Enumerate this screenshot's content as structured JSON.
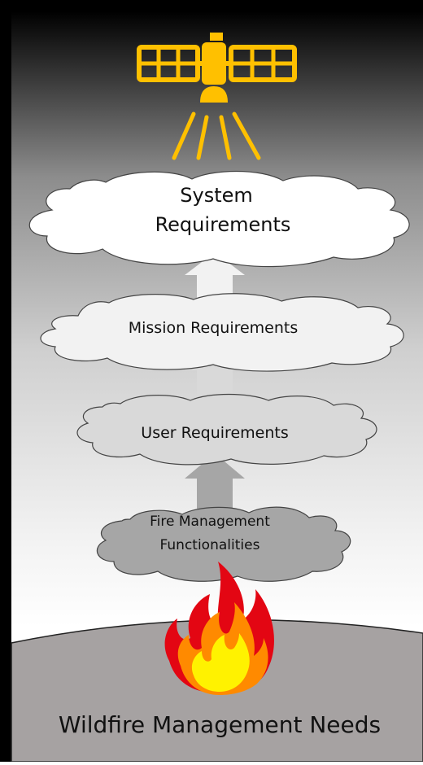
{
  "levels": {
    "system": {
      "line1": "System",
      "line2": "Requirements"
    },
    "mission": {
      "label": "Mission Requirements"
    },
    "user": {
      "label": "User Requirements"
    },
    "fire": {
      "line1": "Fire Management",
      "line2": "Functionalities"
    }
  },
  "ground": {
    "label": "Wildfire Management Needs"
  },
  "icons": [
    "satellite-icon",
    "flame-icon",
    "arrow-up-icon"
  ],
  "colors": {
    "satellite": "#FFC000",
    "cloud_system": "#FFFFFF",
    "cloud_mission": "#F2F2F2",
    "cloud_user": "#D9D9D9",
    "cloud_fire": "#A6A6A6",
    "ground": "#A6A2A2",
    "flame_red": "#E30613",
    "flame_orange": "#FF8A00",
    "flame_yellow": "#FFF200"
  }
}
